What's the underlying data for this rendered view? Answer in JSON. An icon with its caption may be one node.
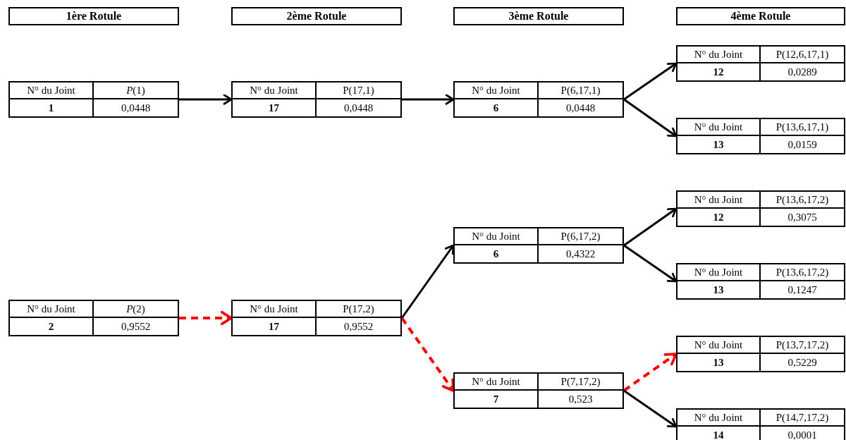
{
  "diagram": {
    "nodes": [
      {
        "text": [
          "1ère Rotule"
        ]
      },
      {
        "text": [
          "2ème Rotule"
        ]
      },
      {
        "text": [
          "3ème Rotule"
        ]
      },
      {
        "text": [
          "4ème Rotule"
        ]
      },
      {
        "text": [
          "N° du Joint",
          "P(12,6,17,1)",
          "12",
          "0,0289"
        ]
      },
      {
        "text": [
          "N° du Joint",
          "*P*(1)",
          "1",
          "0,0448"
        ]
      },
      {
        "text": [
          "N° du Joint",
          "P(17,1)",
          "17",
          "0,0448"
        ]
      },
      {
        "text": [
          "N° du Joint",
          "P(6,17,1)",
          "6",
          "0,0448"
        ]
      },
      {
        "text": [
          "N° du Joint",
          "P(13,6,17,1)",
          "13",
          "0,0159"
        ]
      },
      {
        "text": [
          "N° du Joint",
          "P(13,6,17,2)",
          "12",
          "0,3075"
        ]
      },
      {
        "text": [
          "N° du Joint",
          "P(6,17,2)",
          "6",
          "0,4322"
        ]
      },
      {
        "text": [
          "N° du Joint",
          "P(13,6,17,2)",
          "13",
          "0,1247"
        ]
      },
      {
        "text": [
          "N° du Joint",
          "*P*(2)",
          "2",
          "0,9552"
        ]
      },
      {
        "text": [
          "N° du Joint",
          "P(17,2)",
          "17",
          "0,9552"
        ]
      },
      {
        "text": [
          "N° du Joint",
          "P(13,7,17,2)",
          "13",
          "0,5229"
        ]
      },
      {
        "text": [
          "N° du Joint",
          "P(7,17,2)",
          "7",
          "0,523"
        ]
      },
      {
        "text": [
          "N° du Joint",
          "P(14,7,17,2)",
          "14",
          "0,0001"
        ]
      }
    ],
    "edges": [
      {
        "from": 5,
        "to": 6,
        "arrow": "to"
      },
      {
        "from": 6,
        "to": 7,
        "arrow": "to"
      },
      {
        "from": 7,
        "to": 4,
        "arrow": "to"
      },
      {
        "from": 7,
        "to": 8,
        "arrow": "to"
      },
      {
        "from": 12,
        "to": 13,
        "arrow": "to",
        "style": "dashed",
        "color": "#ff0000"
      },
      {
        "from": 13,
        "to": 10,
        "arrow": "to"
      },
      {
        "from": 13,
        "to": 15,
        "arrow": "to",
        "style": "dashed",
        "color": "#ff0000"
      },
      {
        "from": 10,
        "to": 9,
        "arrow": "to"
      },
      {
        "from": 10,
        "to": 11,
        "arrow": "to"
      },
      {
        "from": 15,
        "to": 14,
        "arrow": "to",
        "style": "dashed",
        "color": "#ff0000"
      },
      {
        "from": 15,
        "to": 16,
        "arrow": "to"
      }
    ]
  }
}
